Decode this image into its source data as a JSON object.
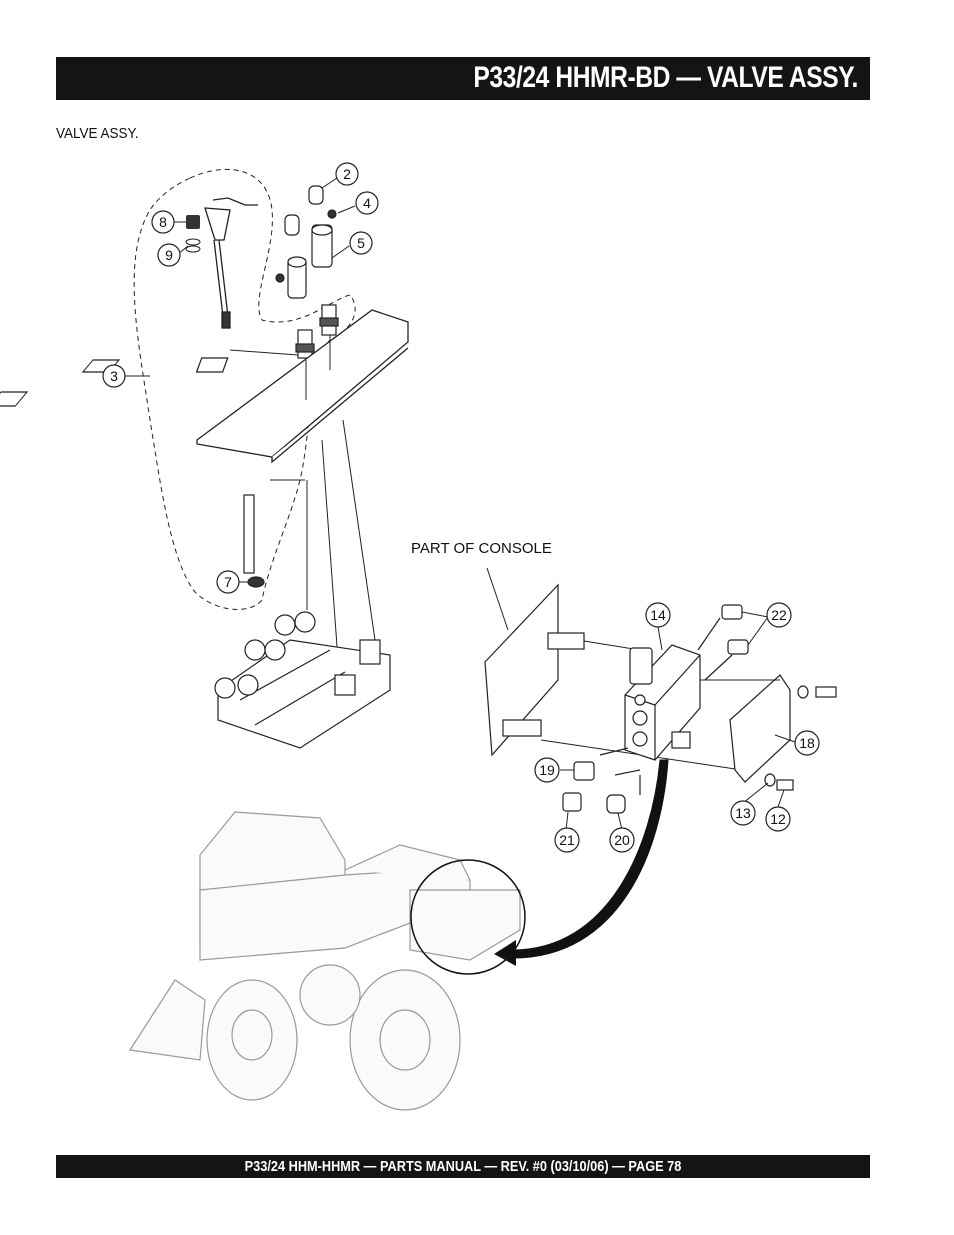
{
  "header": {
    "title": "P33/24 HHMR-BD — VALVE ASSY."
  },
  "section_label": "VALVE ASSY.",
  "figure": {
    "console_label": "PART OF CONSOLE",
    "callouts": {
      "c2": "2",
      "c3": "3",
      "c4": "4",
      "c5": "5",
      "c7": "7",
      "c8": "8",
      "c9": "9",
      "c12": "12",
      "c13": "13",
      "c14": "14",
      "c18": "18",
      "c19": "19",
      "c20": "20",
      "c21": "21",
      "c22": "22"
    }
  },
  "footer": {
    "text": "P33/24 HHM-HHMR — PARTS MANUAL — REV. #0 (03/10/06) — PAGE 78"
  }
}
